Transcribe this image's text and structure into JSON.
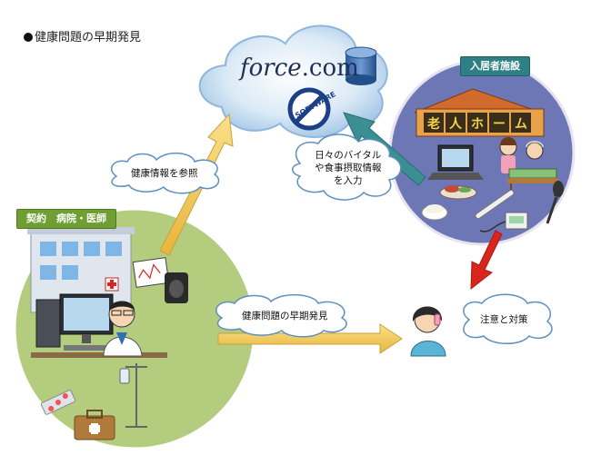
{
  "title": "健康問題の早期発見",
  "cloud": {
    "logo": "force",
    "logo_suffix": ".com",
    "badge": "SOFTWARE"
  },
  "hospital": {
    "label": "契約　病院・医師"
  },
  "facility": {
    "label": "入居者施設",
    "sign": [
      "老",
      "人",
      "ホ",
      "ー",
      "ム"
    ]
  },
  "flows": {
    "reference": "健康情報を参照",
    "vitals_line1": "日々のバイタル",
    "vitals_line2": "や食事摂取情報",
    "vitals_line3": "を入力",
    "early_detection": "健康問題の早期発見",
    "caution": "注意と対策"
  },
  "colors": {
    "hospital_circle": "#b3cc7e",
    "facility_circle": "#6d77b6",
    "arrow_gold": "#f2c74f",
    "arrow_teal": "#3b8f93",
    "arrow_red": "#d8261c",
    "cloud_blue": "#a9cbe8"
  }
}
